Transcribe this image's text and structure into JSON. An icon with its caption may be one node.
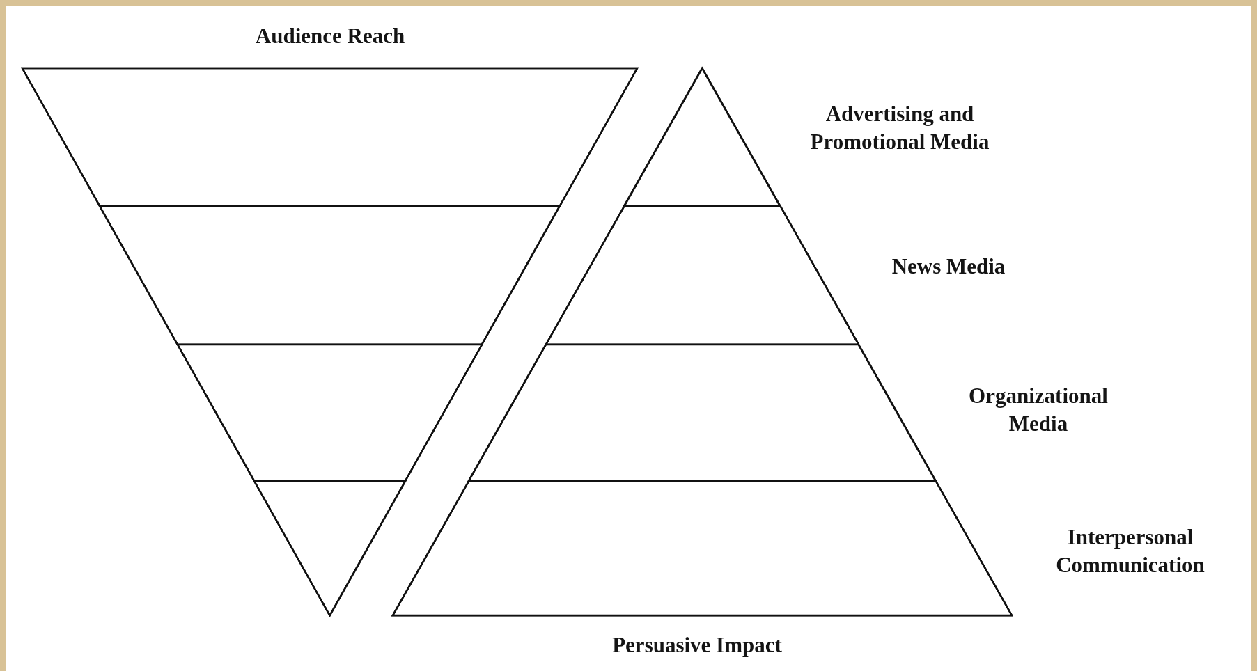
{
  "diagram": {
    "nodes": [
      {
        "text": [],
        "shape": "triangle",
        "beside": [
          "Audience Reach"
        ]
      },
      {
        "text": [],
        "shape": "band",
        "in": 0
      },
      {
        "text": [],
        "shape": "band",
        "in": 0
      },
      {
        "text": [],
        "shape": "band",
        "in": 0
      },
      {
        "text": [],
        "shape": "band",
        "in": 0
      },
      {
        "text": [],
        "shape": "triangle",
        "beside": [
          "Persuasive Impact"
        ]
      },
      {
        "text": [],
        "shape": "band",
        "in": 5,
        "beside": [
          "Advertising and Promotional Media"
        ]
      },
      {
        "text": [],
        "shape": "band",
        "in": 5,
        "beside": [
          "News Media"
        ]
      },
      {
        "text": [],
        "shape": "band",
        "in": 5,
        "beside": [
          "Organizational Media"
        ]
      },
      {
        "text": [],
        "shape": "band",
        "in": 5,
        "beside": [
          "Interpersonal Communication"
        ]
      }
    ]
  }
}
